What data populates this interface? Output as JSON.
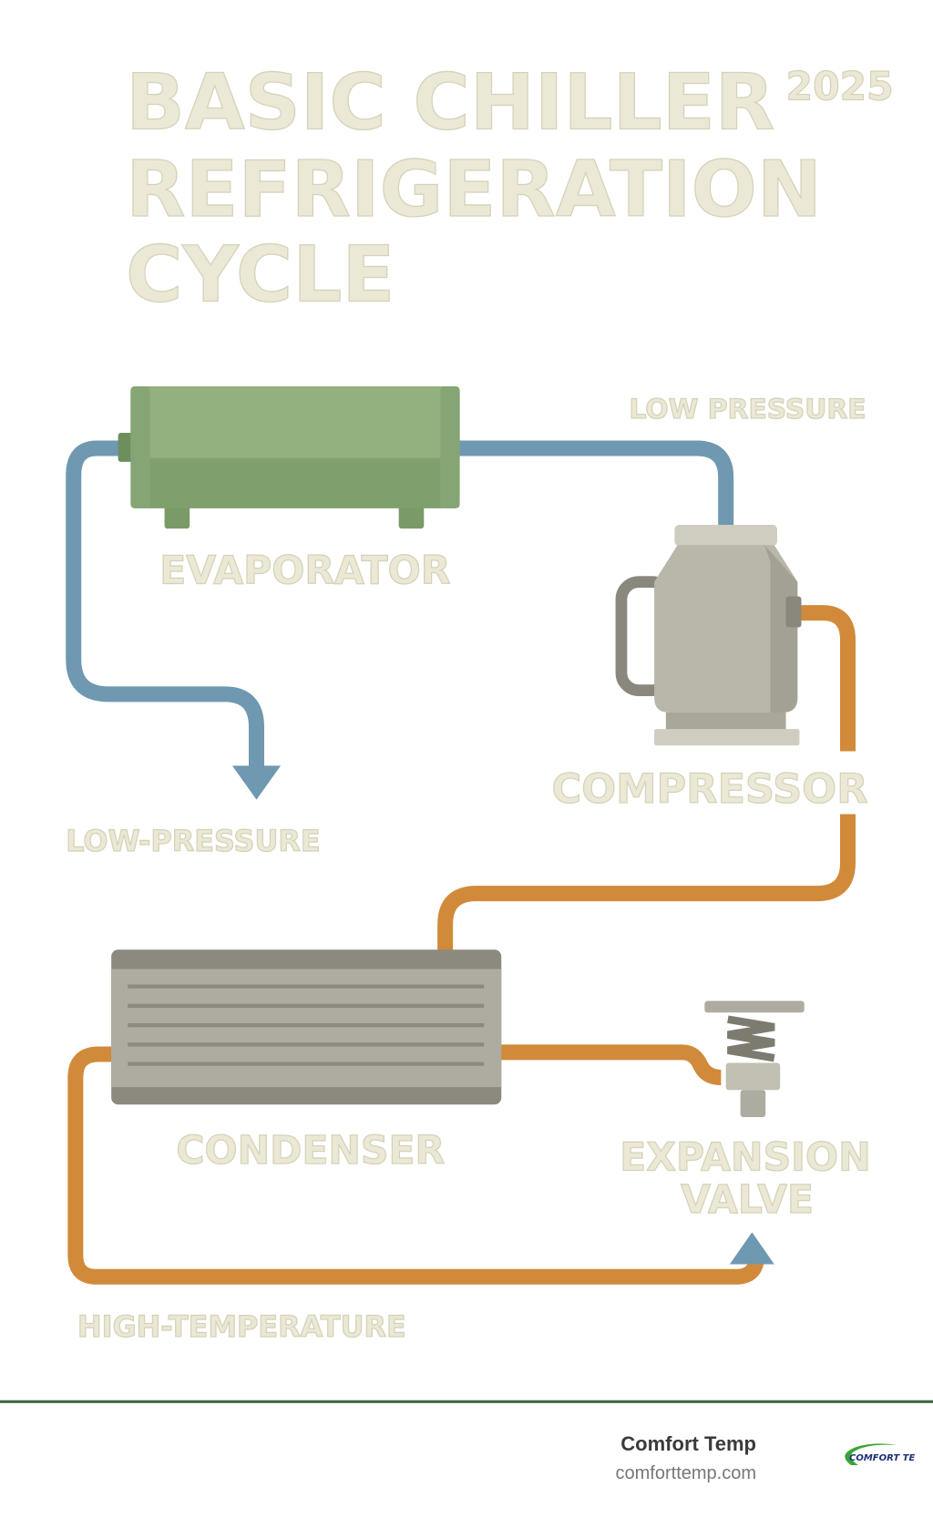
{
  "title": {
    "line1": "BASIC CHILLER",
    "line2": "REFRIGERATION",
    "line3": "CYCLE",
    "year": "2025"
  },
  "labels": {
    "low_pressure": "LOW PRESSURE",
    "evaporator": "EVAPORATOR",
    "compressor": "COMPRESSOR",
    "low_pressure_left": "LOW-PRESSURE",
    "condenser": "CONDENSER",
    "expansion_valve_1": "EXPANSION",
    "expansion_valve_2": "VALVE",
    "high_temperature": "HIGH-TEMPERATURE"
  },
  "colors": {
    "low_side": "#6f98b1",
    "high_side": "#d18a3a",
    "evaporator": "#92b07e",
    "footer_rule": "#3f6b44"
  },
  "footer": {
    "company": "Comfort Temp",
    "url": "comforttemp.com",
    "logo_text": "COMFORT TEMP"
  }
}
